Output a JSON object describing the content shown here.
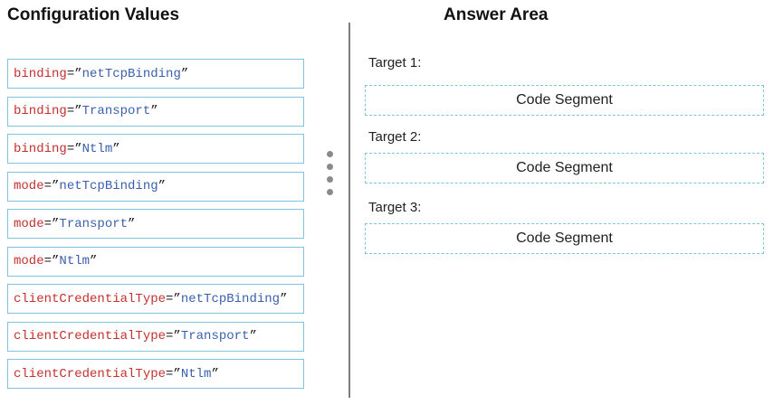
{
  "left_panel": {
    "title": "Configuration Values",
    "items": [
      {
        "name": "binding",
        "sep": "=”",
        "value": "netTcpBinding",
        "end": "”"
      },
      {
        "name": "binding",
        "sep": "=”",
        "value": "Transport",
        "end": "”"
      },
      {
        "name": "binding",
        "sep": "=”",
        "value": "Ntlm",
        "end": "”"
      },
      {
        "name": "mode",
        "sep": "=”",
        "value": "netTcpBinding",
        "end": "”"
      },
      {
        "name": "mode",
        "sep": "=”",
        "value": "Transport",
        "end": "”"
      },
      {
        "name": "mode",
        "sep": "=”",
        "value": "Ntlm",
        "end": "”"
      },
      {
        "name": "clientCredentialType",
        "sep": "=”",
        "value": "netTcpBinding",
        "end": "”"
      },
      {
        "name": "clientCredentialType",
        "sep": "=”",
        "value": "Transport",
        "end": "”"
      },
      {
        "name": "clientCredentialType",
        "sep": "=”",
        "value": "Ntlm",
        "end": "”"
      }
    ]
  },
  "right_panel": {
    "title": "Answer Area",
    "targets": [
      {
        "label": "Target 1:",
        "slot": "Code Segment"
      },
      {
        "label": "Target 2:",
        "slot": "Code Segment"
      },
      {
        "label": "Target 3:",
        "slot": "Code Segment"
      }
    ]
  },
  "icons": {
    "drag_handle": "vertical-ellipsis-dots"
  },
  "colors": {
    "attribute_red": "#c53030",
    "value_blue": "#3a5fad",
    "punctuation_black": "#1f1f1f",
    "option_border_blue": "#7cc6db",
    "slot_dashed_border_blue": "#7cc6db",
    "divider_gray": "#7d7d7d",
    "dots_gray": "#8a8a8a"
  }
}
